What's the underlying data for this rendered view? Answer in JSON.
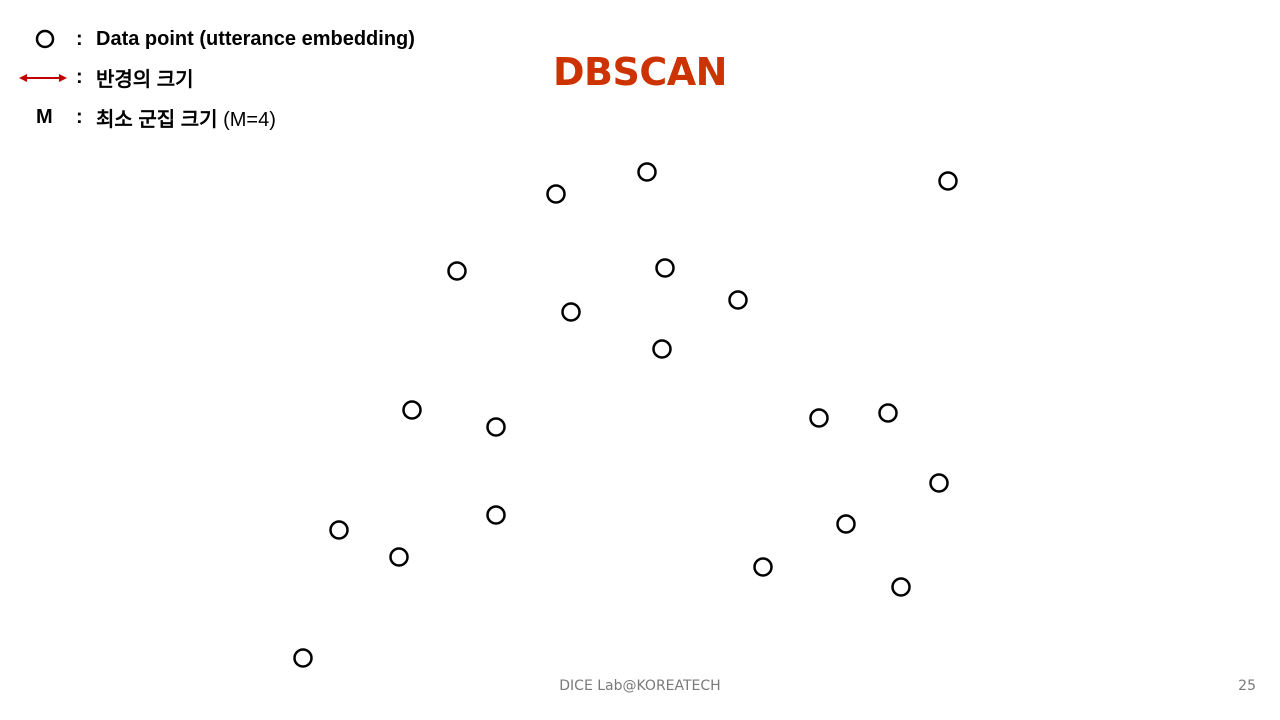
{
  "title": "DBSCAN",
  "colors": {
    "title": "#cc3300",
    "radius_arrow": "#c00000",
    "point_stroke": "#000000",
    "footer": "#7a7a7a"
  },
  "legend": {
    "point": {
      "icon": "circle-icon",
      "colon": ":",
      "label": "Data point (utterance embedding)"
    },
    "radius": {
      "icon": "double-arrow-icon",
      "colon": ":",
      "label": "반경의 크기"
    },
    "min_cluster": {
      "symbol": "M",
      "colon": ":",
      "label": "최소 군집 크기",
      "note": "(M=4)"
    }
  },
  "footer": {
    "text": "DICE Lab@KOREATECH",
    "page_number": "25"
  }
}
